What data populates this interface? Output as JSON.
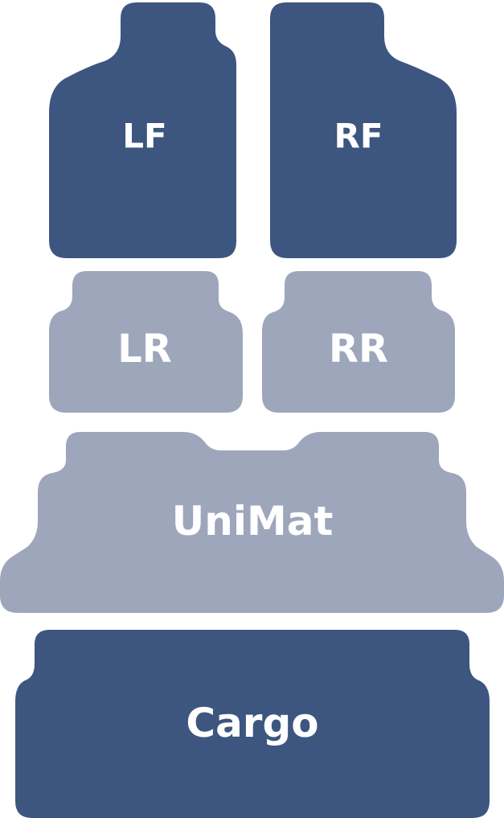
{
  "colors": {
    "dark": "#3d5680",
    "light": "#9ea6bc",
    "label": "#ffffff",
    "background": "#ffffff"
  },
  "mats": {
    "lf": {
      "label": "LF",
      "tone": "dark"
    },
    "rf": {
      "label": "RF",
      "tone": "dark"
    },
    "lr": {
      "label": "LR",
      "tone": "light"
    },
    "rr": {
      "label": "RR",
      "tone": "light"
    },
    "unimat": {
      "label": "UniMat",
      "tone": "light"
    },
    "cargo": {
      "label": "Cargo",
      "tone": "dark"
    }
  }
}
